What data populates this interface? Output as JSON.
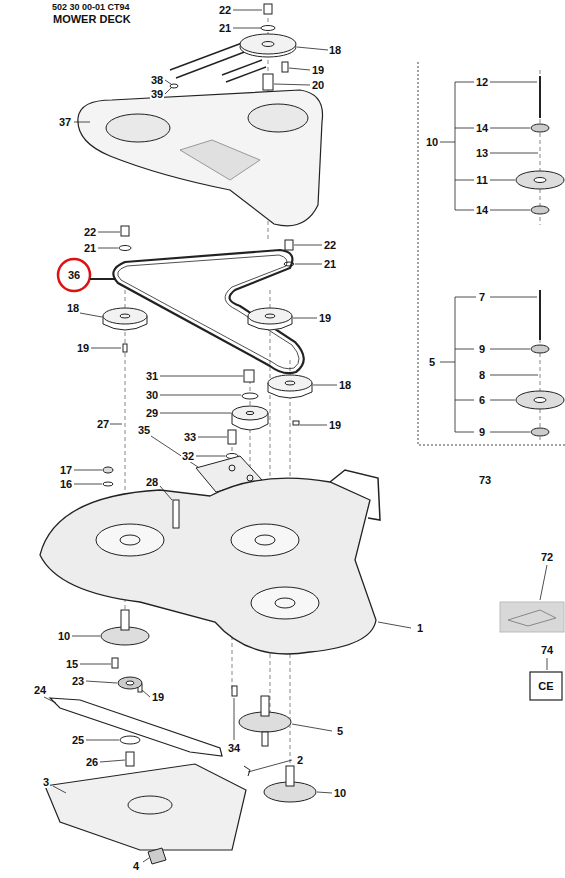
{
  "diagram": {
    "title": "502 30 00-01 CT94",
    "labels": [
      "MOWER DECK",
      "22",
      "21",
      "18",
      "19",
      "20",
      "38",
      "39",
      "37",
      "12",
      "10",
      "14",
      "13",
      "11",
      "14",
      "22",
      "21",
      "22",
      "21",
      "36",
      "18",
      "19",
      "19",
      "18",
      "31",
      "30",
      "29",
      "27",
      "19",
      "35",
      "33",
      "32",
      "7",
      "5",
      "9",
      "8",
      "6",
      "9",
      "73",
      "17",
      "16",
      "28",
      "72",
      "1",
      "10",
      "15",
      "74",
      "24",
      "23",
      "19",
      "25",
      "34",
      "5",
      "26",
      "3",
      "2",
      "10",
      "4",
      "CE"
    ]
  }
}
